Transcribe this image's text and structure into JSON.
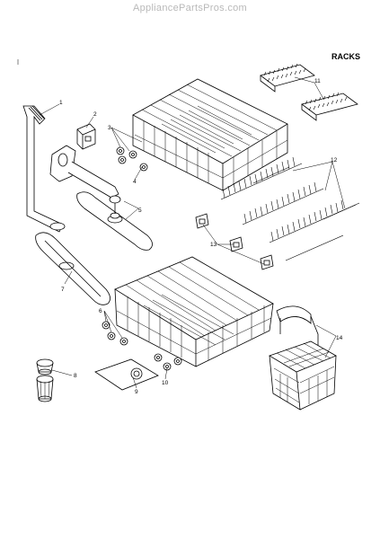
{
  "watermark": "AppliancePartsPros.com",
  "section_title": "RACKS",
  "callouts": [
    {
      "id": "1",
      "text": "1"
    },
    {
      "id": "2",
      "text": "2"
    },
    {
      "id": "3",
      "text": "3"
    },
    {
      "id": "4",
      "text": "4"
    },
    {
      "id": "5",
      "text": "5"
    },
    {
      "id": "6",
      "text": "6"
    },
    {
      "id": "7",
      "text": "7"
    },
    {
      "id": "8",
      "text": "8"
    },
    {
      "id": "9",
      "text": "9"
    },
    {
      "id": "10",
      "text": "10"
    },
    {
      "id": "11",
      "text": "11"
    },
    {
      "id": "12",
      "text": "12"
    },
    {
      "id": "13",
      "text": "13"
    },
    {
      "id": "14",
      "text": "14"
    }
  ]
}
